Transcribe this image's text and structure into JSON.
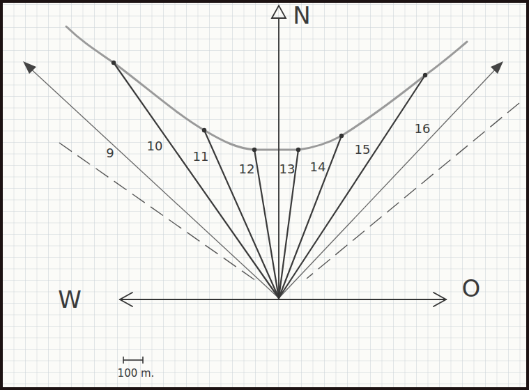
{
  "diagram": {
    "labels": [
      "N",
      "W",
      "O",
      "9",
      "10",
      "11",
      "12",
      "13",
      "14",
      "15",
      "16",
      "100 m."
    ]
  }
}
